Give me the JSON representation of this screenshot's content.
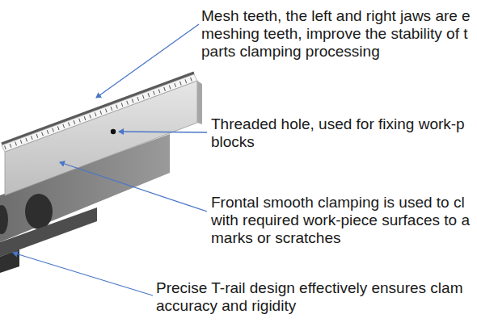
{
  "diagram": {
    "labels": [
      "Mesh teeth, the left and right jaws are e meshing teeth, improve the stability of t parts clamping processing",
      "Threaded hole, used for fixing work-p blocks",
      "Frontal smooth clamping is used to cl with required work-piece surfaces to a marks or scratches",
      "Precise T-rail design effectively ensures clam accuracy and rigidity"
    ]
  }
}
